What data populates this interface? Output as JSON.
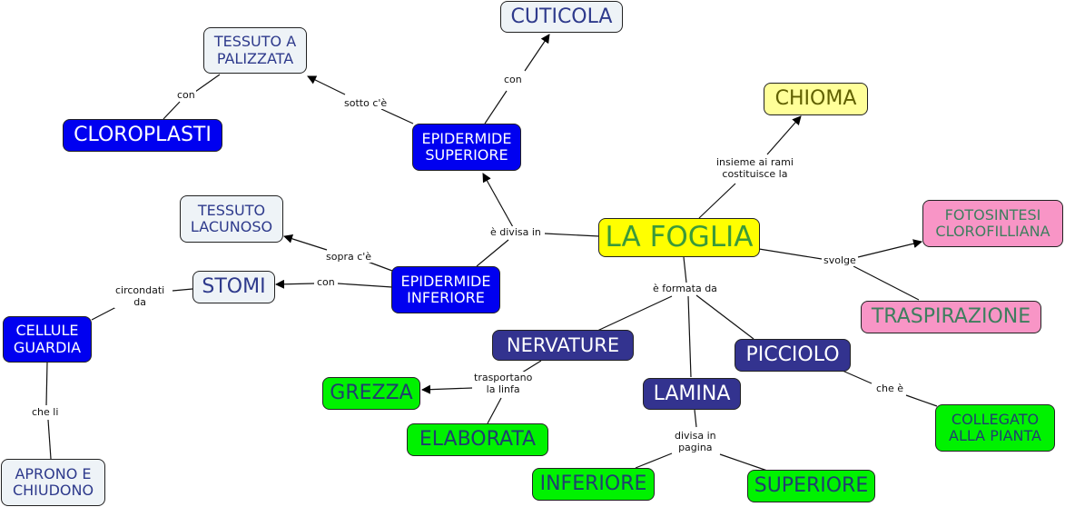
{
  "title": "LA FOGLIA concept map",
  "colors": {
    "central": "#ffff00",
    "light_concept": "#eef3f7",
    "blue_concept": "#0000f0",
    "navy_concept": "#33338f",
    "green_concept": "#00f200",
    "pink_concept": "#f895c6",
    "pale_yellow_concept": "#ffff99",
    "link_line": "#111111"
  },
  "concepts": {
    "la_foglia": "LA FOGLIA",
    "chioma": "CHIOMA",
    "cuticola": "CUTICOLA",
    "tessuto_palizzata": "TESSUTO A\nPALIZZATA",
    "cloroplasti": "CLOROPLASTI",
    "epidermide_superiore": "EPIDERMIDE\nSUPERIORE",
    "tessuto_lacunoso": "TESSUTO\nLACUNOSO",
    "stomi": "STOMI",
    "epidermide_inferiore": "EPIDERMIDE\nINFERIORE",
    "cellule_guardia": "CELLULE\nGUARDIA",
    "aprono_chiudono": "APRONO E\nCHIUDONO",
    "fotosintesi": "FOTOSINTESI\nCLOROFILLIANA",
    "traspirazione": "TRASPIRAZIONE",
    "nervature": "NERVATURE",
    "picciolo": "PICCIOLO",
    "lamina": "LAMINA",
    "grezza": "GREZZA",
    "elaborata": "ELABORATA",
    "collegato": "COLLEGATO\nALLA PIANTA",
    "inferiore": "INFERIORE",
    "superiore": "SUPERIORE"
  },
  "links": {
    "con_cuticola": "con",
    "sotto_ce": "sotto c'è",
    "con_cloroplasti": "con",
    "insieme_ai_rami": "insieme ai rami\ncostituisce la",
    "e_divisa_in": "è divisa in",
    "sopra_ce": "sopra c'è",
    "con_stomi": "con",
    "circondati_da": "circondati\nda",
    "che_li": "che li",
    "svolge": "svolge",
    "e_formata_da": "è formata da",
    "trasportano_linfa": "trasportano\nla linfa",
    "che_e": "che è",
    "divisa_in_pagina": "divisa in\npagina"
  }
}
